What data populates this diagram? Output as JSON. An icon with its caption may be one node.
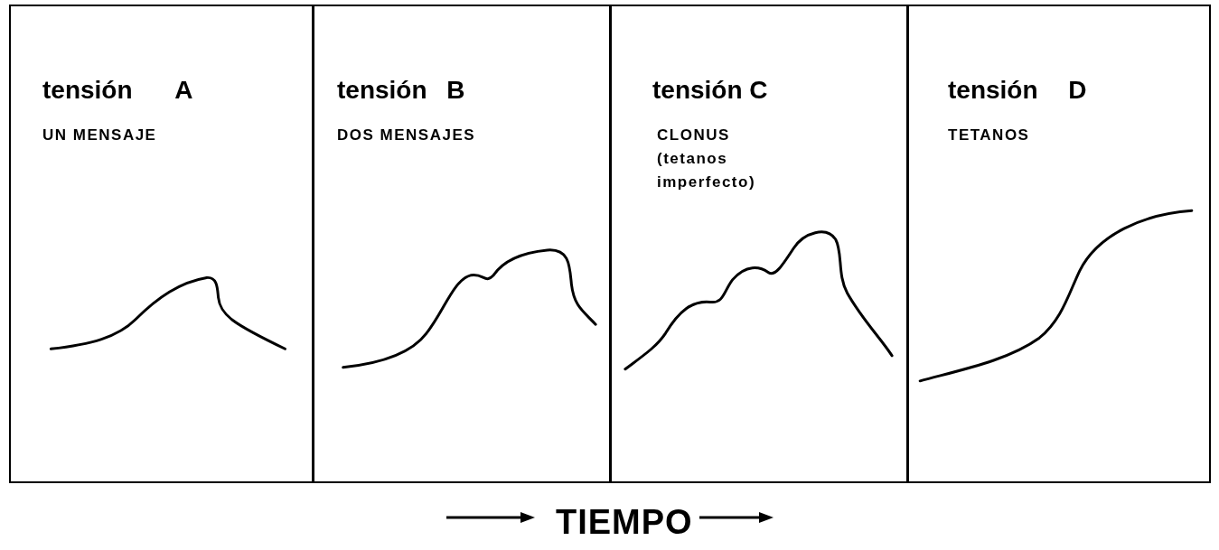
{
  "diagram": {
    "nodes": [
      {
        "text": [
          "tensión A",
          "UN MENSAJE"
        ]
      },
      {
        "text": [
          "tensión B",
          "DOS MENSAJES"
        ]
      },
      {
        "text": [
          "tensión C",
          "CLONUS (tetanos imperfecto)"
        ]
      },
      {
        "text": [
          "tensión D",
          "TETANOS"
        ]
      }
    ],
    "labels": [
      "TIEMPO"
    ]
  }
}
